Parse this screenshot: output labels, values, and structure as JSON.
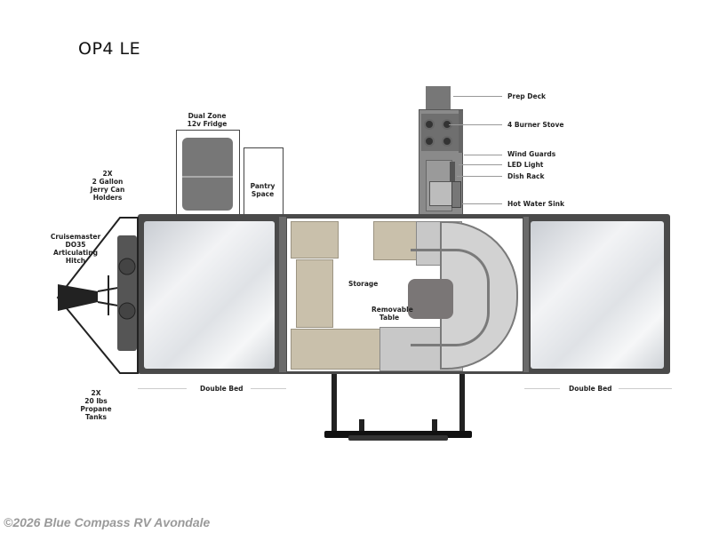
{
  "title": "OP4 LE",
  "labels": {
    "prep_deck": "Prep Deck",
    "stove": "4 Burner Stove",
    "wind_guards": "Wind Guards",
    "led_light": "LED Light",
    "dish_rack": "Dish Rack",
    "sink": "Hot Water Sink",
    "fridge_line1": "Dual Zone",
    "fridge_line2": "12v Fridge",
    "pantry_line1": "Pantry",
    "pantry_line2": "Space",
    "jerry_line1": "2X",
    "jerry_line2": "2 Gallon",
    "jerry_line3": "Jerry Can",
    "jerry_line4": "Holders",
    "hitch_line1": "Cruisemaster",
    "hitch_line2": "DO35",
    "hitch_line3": "Articulating",
    "hitch_line4": "Hitch",
    "propane_line1": "2X",
    "propane_line2": "20 lbs",
    "propane_line3": "Propane Tanks",
    "storage": "Storage",
    "table_line1": "Removable",
    "table_line2": "Table",
    "bed_left": "Double Bed",
    "bed_right": "Double Bed"
  },
  "footer": "©2026 Blue Compass RV Avondale",
  "colors": {
    "wall": "#4a4a4a",
    "cabinet_tan": "#c9c0ab",
    "seating_grey": "#c8c8c8",
    "table": "#7a7676",
    "footer_text": "#9a9a9a"
  }
}
